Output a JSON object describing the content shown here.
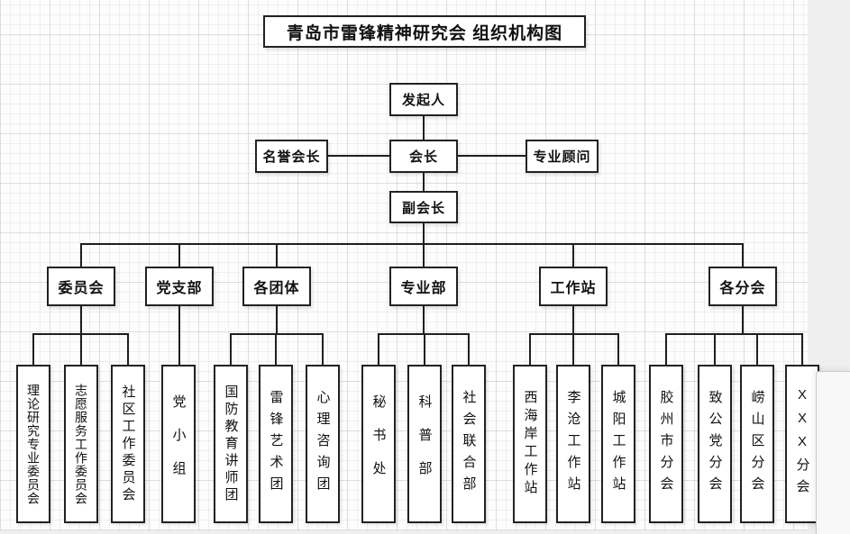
{
  "title": "青岛市雷锋精神研究会 组织机构图",
  "top_nodes": {
    "initiator": "发起人",
    "honorary_president": "名誉会长",
    "president": "会长",
    "advisor": "专业顾问",
    "vice_president": "副会长"
  },
  "departments": [
    {
      "label": "委员会",
      "children": [
        "理论研究专业委员会",
        "志愿服务工作委员会",
        "社区工作委员会"
      ]
    },
    {
      "label": "党支部",
      "children": [
        "党小组"
      ]
    },
    {
      "label": "各团体",
      "children": [
        "国防教育讲师团",
        "雷锋艺术团",
        "心理咨询团"
      ]
    },
    {
      "label": "专业部",
      "children": [
        "秘书处",
        "科普部",
        "社会联合部"
      ]
    },
    {
      "label": "工作站",
      "children": [
        "西海岸工作站",
        "李沧工作站",
        "城阳工作站"
      ]
    },
    {
      "label": "各分会",
      "children": [
        "胶州市分会",
        "致公党分会",
        "崂山区分会",
        "XXX分会"
      ]
    }
  ],
  "colors": {
    "line": "#1f1f1f",
    "box_border": "#222222",
    "box_bg": "#ffffff",
    "paper_bg": "#fdfdfd",
    "desk_bg": "#efefef"
  }
}
